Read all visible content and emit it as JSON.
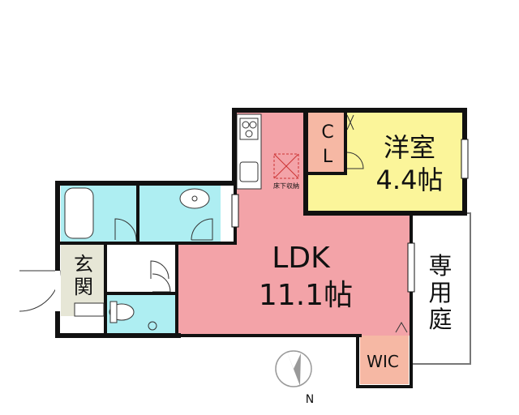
{
  "rooms": {
    "western": {
      "name": "洋室",
      "size": "4.4帖",
      "color": "#fbf59a"
    },
    "ldk": {
      "name": "LDK",
      "size": "11.1帖",
      "color": "#f3a3a8"
    },
    "closet": {
      "line1": "C",
      "line2": "L",
      "color": "#f6b8a4"
    },
    "wic": {
      "name": "WIC",
      "color": "#f6b8a4"
    },
    "entrance": {
      "line1": "玄",
      "line2": "関",
      "color": "#e6e6d6"
    },
    "bath": {
      "color": "#aeeef2"
    },
    "washroom": {
      "color": "#aeeef2"
    },
    "toilet": {
      "color": "#aeeef2"
    }
  },
  "labels": {
    "underfloor_storage": "床下収納",
    "private_garden": [
      "専",
      "用",
      "庭"
    ],
    "north": "N"
  },
  "colors": {
    "wall": "#111111",
    "garden_border": "#777777"
  }
}
